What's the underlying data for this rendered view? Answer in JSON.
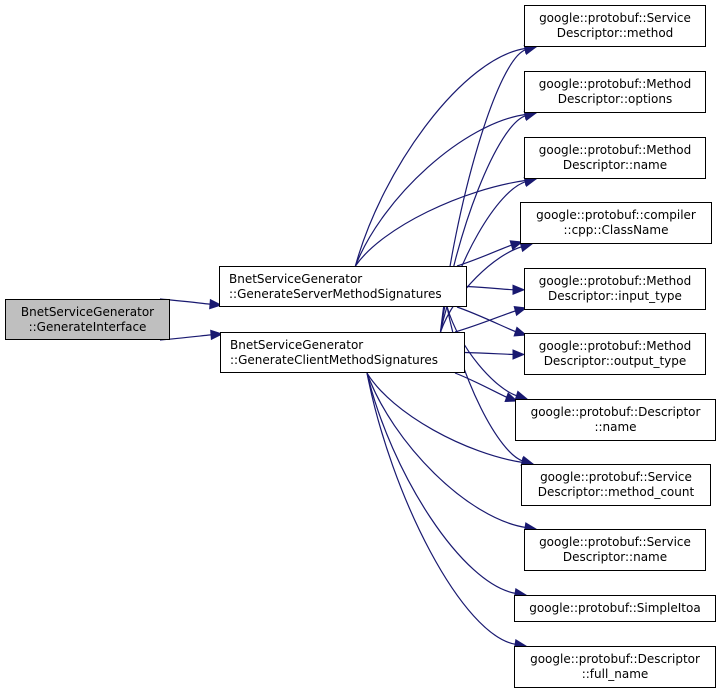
{
  "diagram": {
    "type": "call-graph",
    "edge_color": "#191970",
    "root_fill": "#bfbfbf",
    "nodes": [
      {
        "id": "root",
        "lines": [
          "BnetServiceGenerator",
          "::GenerateInterface"
        ],
        "highlighted": true
      },
      {
        "id": "server",
        "lines": [
          "BnetServiceGenerator",
          "::GenerateServerMethodSignatures"
        ]
      },
      {
        "id": "client",
        "lines": [
          "BnetServiceGenerator",
          "::GenerateClientMethodSignatures"
        ]
      },
      {
        "id": "sd_method",
        "lines": [
          "google::protobuf::Service",
          "Descriptor::method"
        ]
      },
      {
        "id": "md_options",
        "lines": [
          "google::protobuf::Method",
          "Descriptor::options"
        ]
      },
      {
        "id": "md_name",
        "lines": [
          "google::protobuf::Method",
          "Descriptor::name"
        ]
      },
      {
        "id": "classname",
        "lines": [
          "google::protobuf::compiler",
          "::cpp::ClassName"
        ]
      },
      {
        "id": "md_input",
        "lines": [
          "google::protobuf::Method",
          "Descriptor::input_type"
        ]
      },
      {
        "id": "md_output",
        "lines": [
          "google::protobuf::Method",
          "Descriptor::output_type"
        ]
      },
      {
        "id": "d_name",
        "lines": [
          "google::protobuf::Descriptor",
          "::name"
        ]
      },
      {
        "id": "sd_count",
        "lines": [
          "google::protobuf::Service",
          "Descriptor::method_count"
        ]
      },
      {
        "id": "sd_name",
        "lines": [
          "google::protobuf::Service",
          "Descriptor::name"
        ]
      },
      {
        "id": "itoa",
        "lines": [
          "google::protobuf::SimpleItoa"
        ]
      },
      {
        "id": "d_fullname",
        "lines": [
          "google::protobuf::Descriptor",
          "::full_name"
        ]
      }
    ],
    "edges": [
      [
        "root",
        "server"
      ],
      [
        "root",
        "client"
      ],
      [
        "server",
        "sd_method"
      ],
      [
        "server",
        "md_options"
      ],
      [
        "server",
        "md_name"
      ],
      [
        "server",
        "classname"
      ],
      [
        "server",
        "md_input"
      ],
      [
        "server",
        "md_output"
      ],
      [
        "server",
        "d_name"
      ],
      [
        "server",
        "sd_count"
      ],
      [
        "client",
        "sd_method"
      ],
      [
        "client",
        "md_options"
      ],
      [
        "client",
        "md_name"
      ],
      [
        "client",
        "classname"
      ],
      [
        "client",
        "md_input"
      ],
      [
        "client",
        "md_output"
      ],
      [
        "client",
        "d_name"
      ],
      [
        "client",
        "sd_count"
      ],
      [
        "client",
        "sd_name"
      ],
      [
        "client",
        "itoa"
      ],
      [
        "client",
        "d_fullname"
      ]
    ]
  }
}
